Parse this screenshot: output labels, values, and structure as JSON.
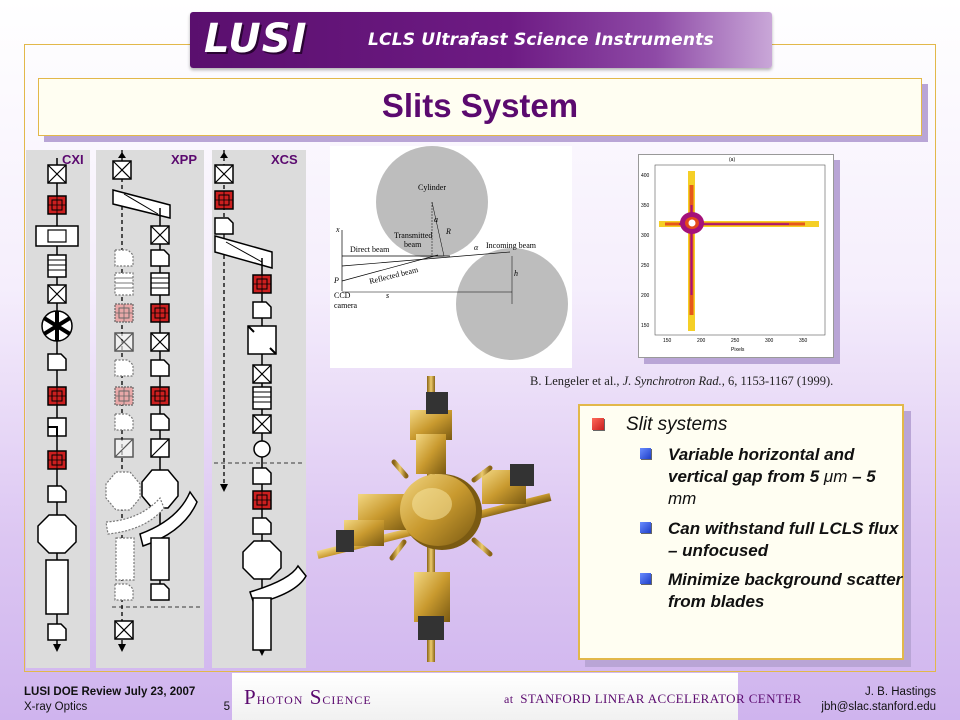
{
  "header": {
    "logo": "LUSI",
    "subtitle": "LCLS Ultrafast Science Instruments"
  },
  "slide": {
    "title": "Slits System"
  },
  "beamlines": [
    {
      "label": "CXI"
    },
    {
      "label": "XPP"
    },
    {
      "label": "XCS"
    }
  ],
  "diagram": {
    "labels": {
      "cylinder": "Cylinder",
      "transmitted": "Transmitted",
      "beam": "beam",
      "direct_beam": "Direct beam",
      "incoming_beam": "Incoming beam",
      "reflected_beam": "Reflected beam",
      "ccd": "CCD",
      "camera": "camera",
      "R": "R",
      "h": "h",
      "P": "P",
      "x": "x",
      "s0": "s",
      "a0": "a",
      "alpha0": "α"
    }
  },
  "plot": {
    "title": "(a)",
    "xlabel": "Pixels",
    "xticks": [
      "150",
      "200",
      "250",
      "300",
      "350"
    ],
    "yticks": [
      "400",
      "350",
      "300",
      "250",
      "200",
      "150"
    ]
  },
  "citation": {
    "authors": "B. Lengeler et al., ",
    "journal": "J. Synchrotron Rad.",
    "details": ", 6, 1153-1167 (1999)."
  },
  "bullets": {
    "heading": "Slit systems",
    "items": [
      {
        "text": "Variable horizontal and vertical gap from ",
        "v1": "5",
        "u1": " μm",
        "mid": " – ",
        "v2": "5",
        "u2": " mm"
      },
      {
        "text": "Can withstand full LCLS flux – unfocused"
      },
      {
        "text": "Minimize background scatter from blades"
      }
    ]
  },
  "footer": {
    "event": "LUSI DOE Review July 23, 2007",
    "topic": "X-ray Optics",
    "page": "5",
    "banner_photon": "P",
    "banner_hoton": "HOTON",
    "banner_s": "S",
    "banner_cience": "CIENCE",
    "banner_at": "at",
    "banner_rest": "STANFORD LINEAR ACCELERATOR CENTER",
    "author": "J. B. Hastings",
    "email": "jbh@slac.stanford.edu"
  },
  "colors": {
    "brand_purple": "#5b0a6f",
    "accent_gold": "#e2b84a",
    "slit_red": "#cc1f1f"
  }
}
